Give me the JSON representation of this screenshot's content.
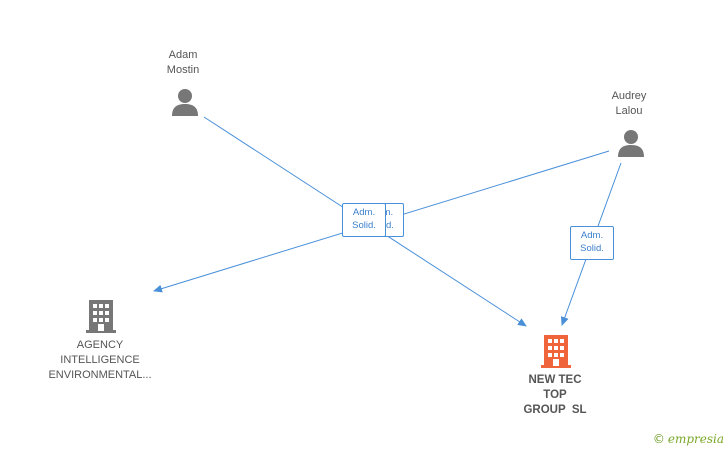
{
  "nodes": {
    "adam": {
      "name_line1": "Adam",
      "name_line2": "Mostin",
      "type": "person",
      "icon": "person-icon",
      "color": "#777777"
    },
    "audrey": {
      "name_line1": "Audrey",
      "name_line2": "Lalou",
      "type": "person",
      "icon": "person-icon",
      "color": "#777777"
    },
    "agency": {
      "name_line1": "AGENCY",
      "name_line2": "INTELLIGENCE",
      "name_line3": "ENVIRONMENTAL...",
      "type": "company",
      "icon": "building-icon",
      "color": "#777777"
    },
    "newtec": {
      "name_line1": "NEW TEC",
      "name_line2": "TOP",
      "name_line3": "GROUP  SL",
      "type": "company",
      "icon": "building-icon",
      "color": "#f0643c"
    }
  },
  "edges": [
    {
      "from": "adam",
      "to": "newtec",
      "label_line1": "Adm.",
      "label_line2": "Solid."
    },
    {
      "from": "audrey",
      "to": "agency",
      "label_line1": "Adm.",
      "label_line2": "Solid."
    },
    {
      "from": "audrey",
      "to": "newtec",
      "label_line1": "Adm.",
      "label_line2": "Solid."
    }
  ],
  "colors": {
    "edge": "#4a90d9",
    "person": "#777777",
    "company": "#777777",
    "focus_company": "#f0643c"
  },
  "brand": {
    "copyright_symbol": "©",
    "name": "empresia"
  }
}
